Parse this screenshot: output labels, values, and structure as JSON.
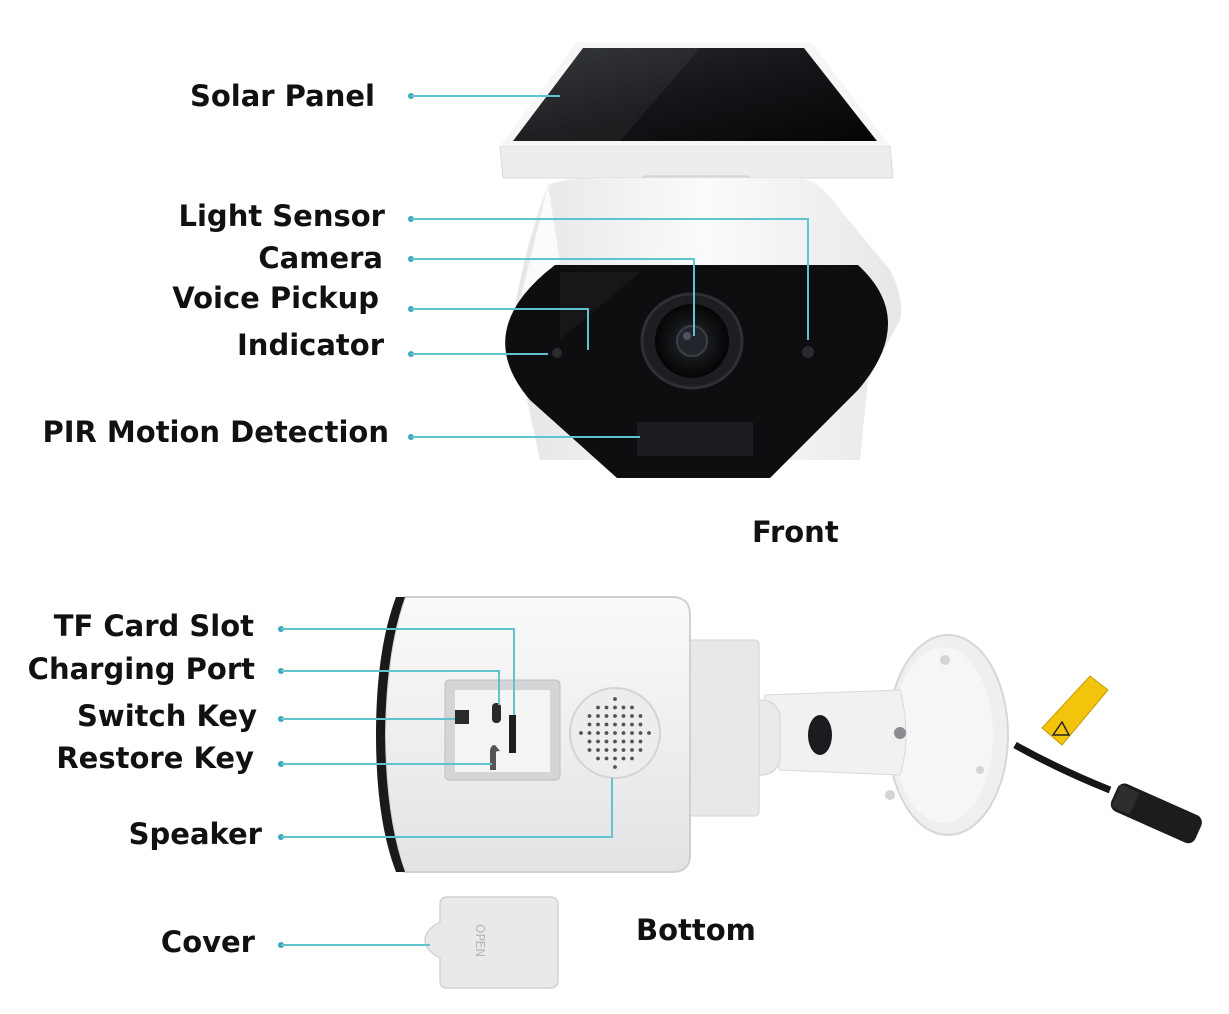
{
  "front": {
    "caption": "Front",
    "labels": {
      "solar_panel": "Solar Panel",
      "light_sensor": "Light Sensor",
      "camera": "Camera",
      "voice_pickup": "Voice Pickup",
      "indicator": "Indicator",
      "pir": "PIR Motion Detection"
    }
  },
  "bottom": {
    "caption": "Bottom",
    "labels": {
      "tf_card_slot": "TF Card Slot",
      "charging_port": "Charging Port",
      "switch_key": "Switch Key",
      "restore_key": "Restore Key",
      "speaker": "Speaker",
      "cover": "Cover"
    },
    "cover_text": "OPEN"
  },
  "colors": {
    "leader_line": "#62c3cf",
    "leader_dot": "#3aa9bb",
    "housing": "#f1f2f3",
    "face": "#0e0e10",
    "tag": "#f2c40c"
  }
}
